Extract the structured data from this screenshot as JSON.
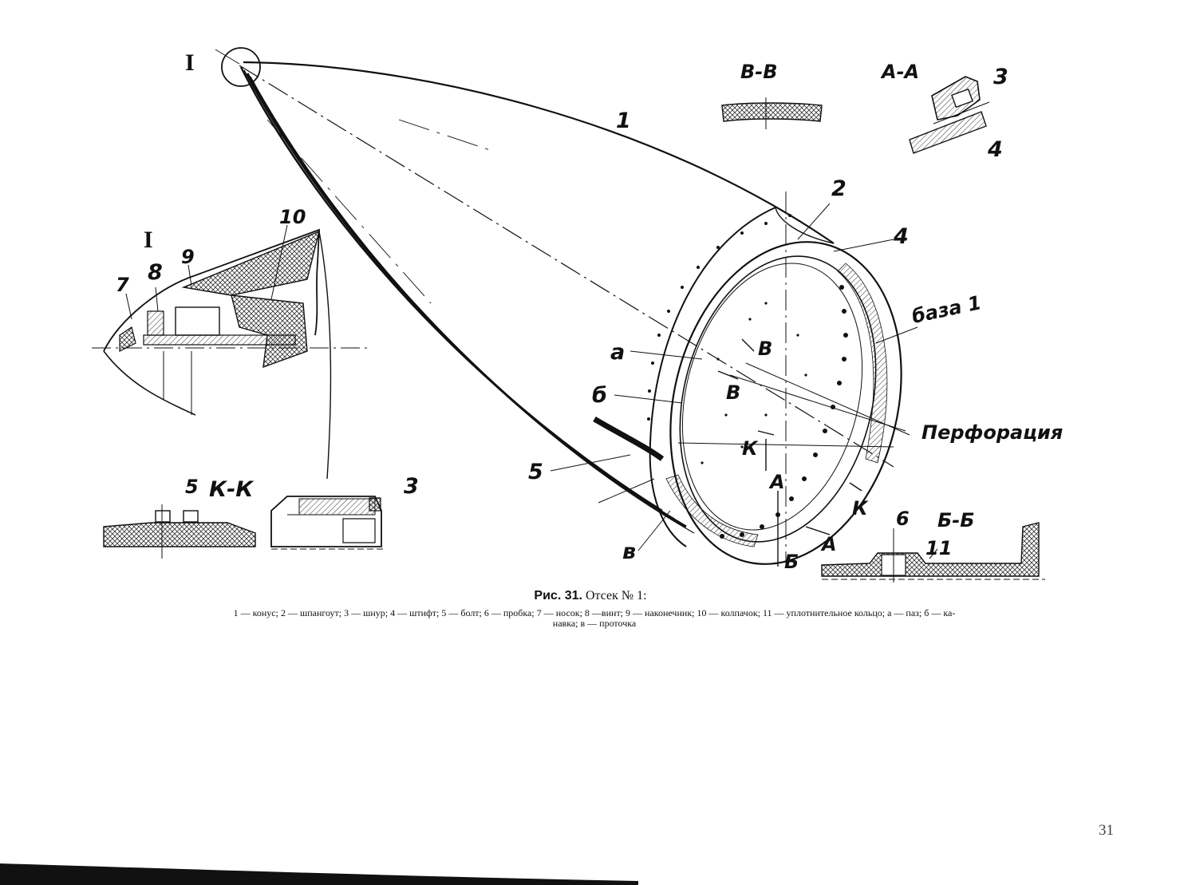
{
  "figure": {
    "caption_number": "Рис. 31.",
    "caption_title": "Отсек № 1:",
    "legend_line1": "1 — конус; 2 — шпангоут; 3 — шнур; 4 — штифт; 5 — болт; 6 — пробка; 7 — носок; 8 —винт; 9 — наконечник; 10 — колпачок; 11 — уплотнительное кольцо; а — паз; б — ка-",
    "legend_line2": "навка; в — проточка"
  },
  "labels": {
    "detail_I_top": "I",
    "detail_I_left": "I",
    "section_vv": "В-В",
    "section_aa": "А-А",
    "section_kk": "К-К",
    "section_bb": "Б-Б",
    "baza": "база 1",
    "perforation": "Перфорация",
    "n1": "1",
    "n2": "2",
    "n3_aa": "3",
    "n4_aa": "4",
    "n4": "4",
    "n5": "5",
    "n5_kk": "5",
    "n3_kk": "3",
    "n6": "6",
    "n7": "7",
    "n8": "8",
    "n9": "9",
    "n10": "10",
    "n11": "11",
    "a": "а",
    "b": "б",
    "v": "в",
    "cut_B1": "В",
    "cut_B2": "В",
    "cut_K1": "К",
    "cut_K2": "К",
    "cut_A1": "А",
    "cut_A2": "А",
    "cut_Bb": "Б"
  },
  "page": {
    "number": "31"
  },
  "colors": {
    "ink": "#111111",
    "hatch": "#444444"
  }
}
